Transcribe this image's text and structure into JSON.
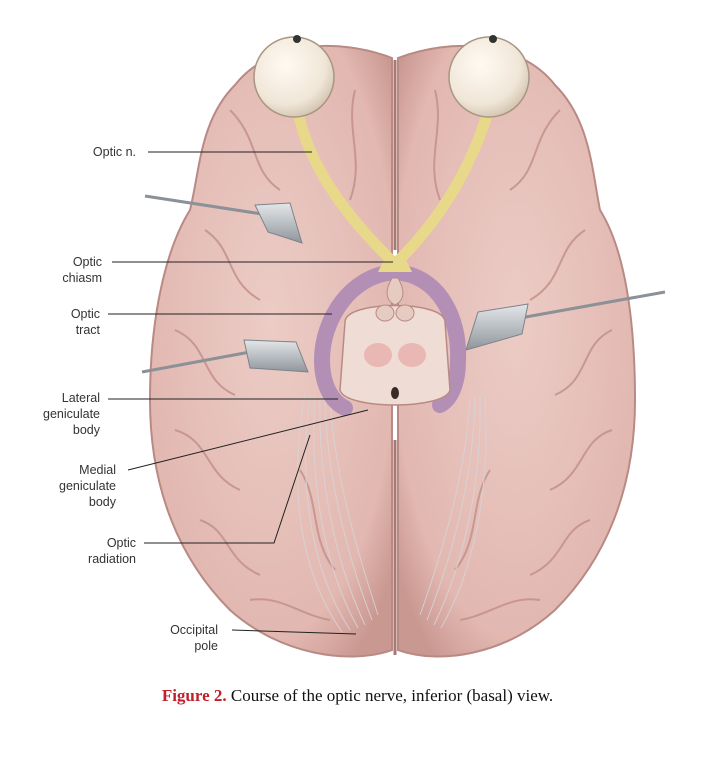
{
  "labels": {
    "optic_nerve": [
      "Optic n."
    ],
    "optic_chiasm": [
      "Optic",
      "chiasm"
    ],
    "optic_tract": [
      "Optic",
      "tract"
    ],
    "lateral_geniculate": [
      "Lateral",
      "geniculate",
      "body"
    ],
    "medial_geniculate": [
      "Medial",
      "geniculate",
      "body"
    ],
    "optic_radiation": [
      "Optic",
      "radiation"
    ],
    "occipital_pole": [
      "Occipital",
      "pole"
    ]
  },
  "caption": {
    "number": "Figure 2.",
    "text": " Course of the optic nerve, inferior (basal) view."
  },
  "colors": {
    "brain": "#e6c2bc",
    "brain_shadow": "#c9948d",
    "optic_nerve": "#e8d98a",
    "optic_tract": "#b48fb5",
    "eyeball": "#f3ebdf",
    "retractor": "#b9bec2",
    "caption_number": "#c0202a"
  }
}
